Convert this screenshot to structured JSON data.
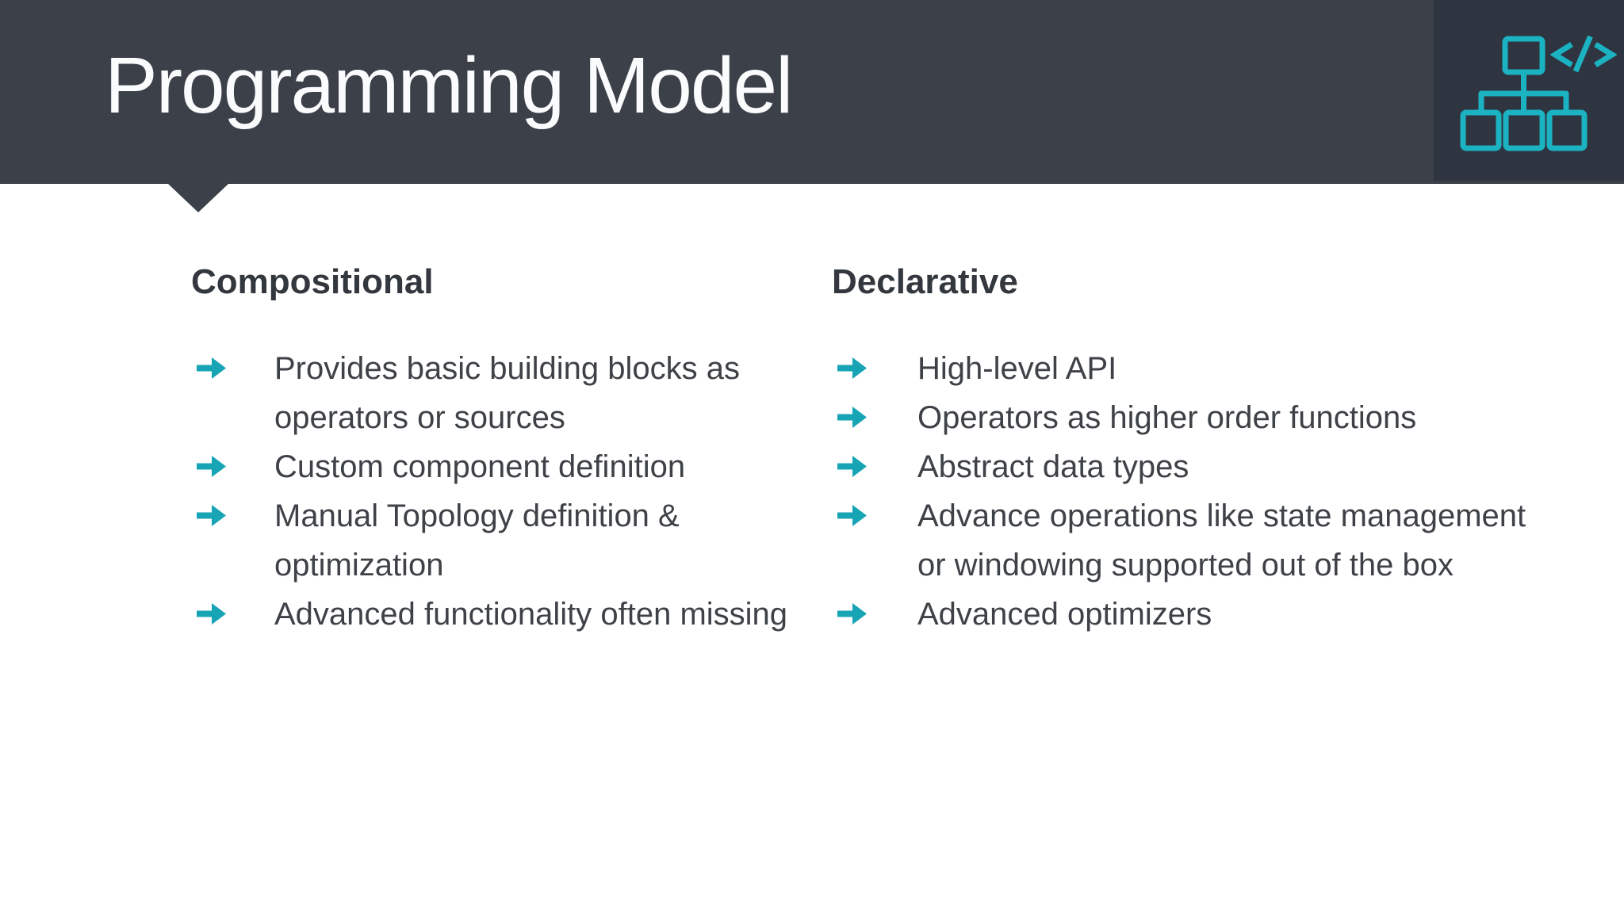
{
  "header": {
    "title": "Programming Model"
  },
  "logo": {
    "icon": "code-tree-icon",
    "description": "org chart of squares with code brackets"
  },
  "columns": [
    {
      "heading": "Compositional",
      "items": [
        "Provides basic building blocks as operators or sources",
        "Custom component definition",
        "Manual Topology definition & optimization",
        "Advanced functionality often missing"
      ]
    },
    {
      "heading": "Declarative",
      "items": [
        "High-level API",
        "Operators as higher order functions",
        "Abstract data types",
        "Advance operations like state management or windowing supported out of the box",
        "Advanced optimizers"
      ]
    }
  ],
  "bullet_icon": "arrow-right-icon",
  "colors": {
    "slide-bg": "#ffffff",
    "header-bg": "#3b4049",
    "tile-bg": "#2f3540",
    "accent": "#1bb2c2",
    "arrow": "#17a5b5",
    "heading-color": "#33383e",
    "text-color": "#3e4247",
    "title-color": "#fafbfc"
  }
}
